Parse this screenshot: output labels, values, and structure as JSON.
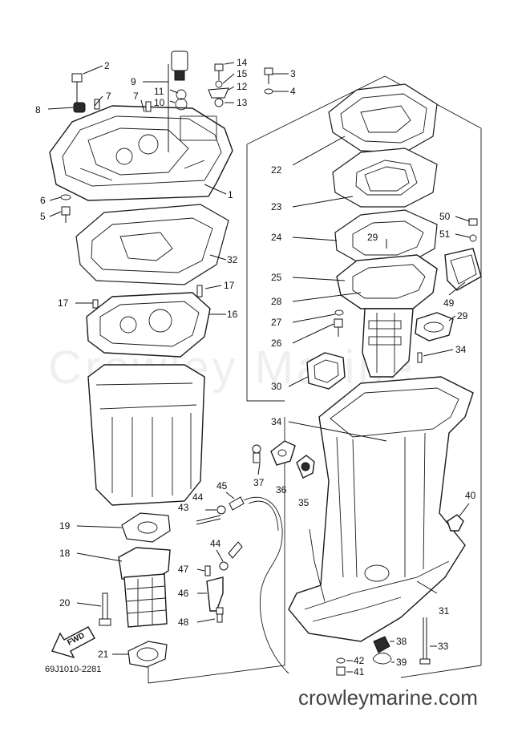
{
  "watermark": "Crowley Marine",
  "footer_url": "crowleymarine.com",
  "drawing_code": "69J1010-2281",
  "fwd_label": "FWD",
  "callouts": {
    "c1": "1",
    "c2": "2",
    "c3": "3",
    "c4": "4",
    "c5": "5",
    "c6": "6",
    "c7a": "7",
    "c7b": "7",
    "c8": "8",
    "c9": "9",
    "c10": "10",
    "c11": "11",
    "c12": "12",
    "c13": "13",
    "c14": "14",
    "c15": "15",
    "c16": "16",
    "c17a": "17",
    "c17b": "17",
    "c18": "18",
    "c19": "19",
    "c20": "20",
    "c21": "21",
    "c22": "22",
    "c23": "23",
    "c24": "24",
    "c25": "25",
    "c26": "26",
    "c27": "27",
    "c28": "28",
    "c29a": "29",
    "c29b": "29",
    "c30": "30",
    "c31": "31",
    "c32": "32",
    "c33": "33",
    "c34a": "34",
    "c34b": "34",
    "c35": "35",
    "c36": "36",
    "c37": "37",
    "c38": "38",
    "c39": "39",
    "c40": "40",
    "c41": "41",
    "c42": "42",
    "c43": "43",
    "c44a": "44",
    "c44b": "44",
    "c45": "45",
    "c46": "46",
    "c47": "47",
    "c48": "48",
    "c49": "49",
    "c50": "50",
    "c51": "51"
  }
}
